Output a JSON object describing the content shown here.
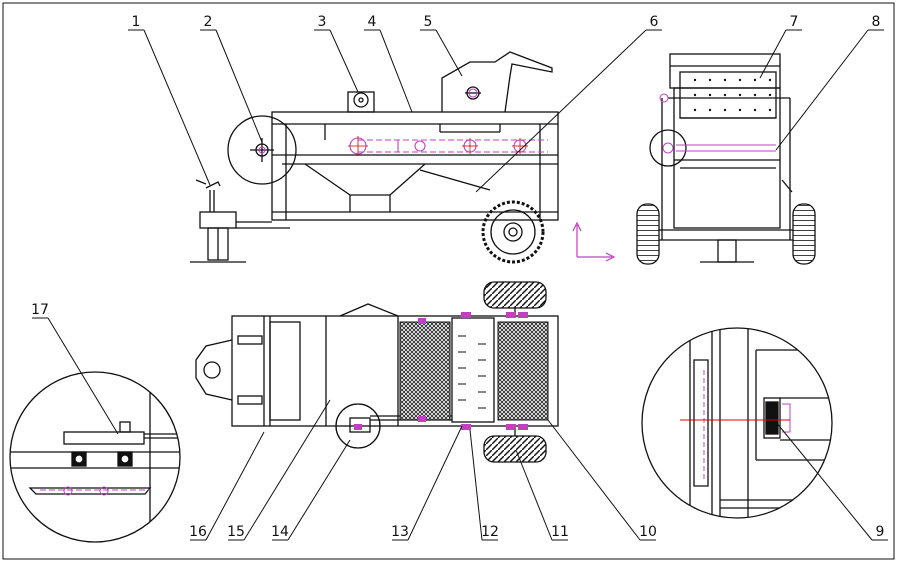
{
  "colors": {
    "line": "#111111",
    "accent": "#c040c0",
    "center_line": "#e00000",
    "mesh": "#222222"
  },
  "callouts": [
    "1",
    "2",
    "3",
    "4",
    "5",
    "6",
    "7",
    "8",
    "9",
    "10",
    "11",
    "12",
    "13",
    "14",
    "15",
    "16",
    "17"
  ]
}
